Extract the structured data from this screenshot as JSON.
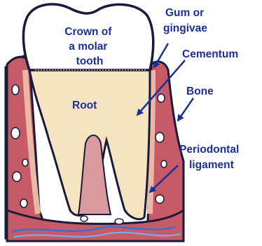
{
  "labels": {
    "crown": [
      "Crown of",
      "a molar",
      "tooth"
    ],
    "root": "Root",
    "gum": [
      "Gum or",
      "gingivae"
    ],
    "cementum": "Cementum",
    "bone": "Bone",
    "periodontal": [
      "Periodontal",
      "ligament"
    ]
  },
  "colors": {
    "label_white": "#ffffff",
    "label_blue": "#1b2f9c",
    "arrow": "#1b2f9c",
    "root_fill": "#f6e3bf",
    "crown_fill": "#ffffff",
    "gum_pink": "#c0505c",
    "outline": "#1a1a3a"
  }
}
